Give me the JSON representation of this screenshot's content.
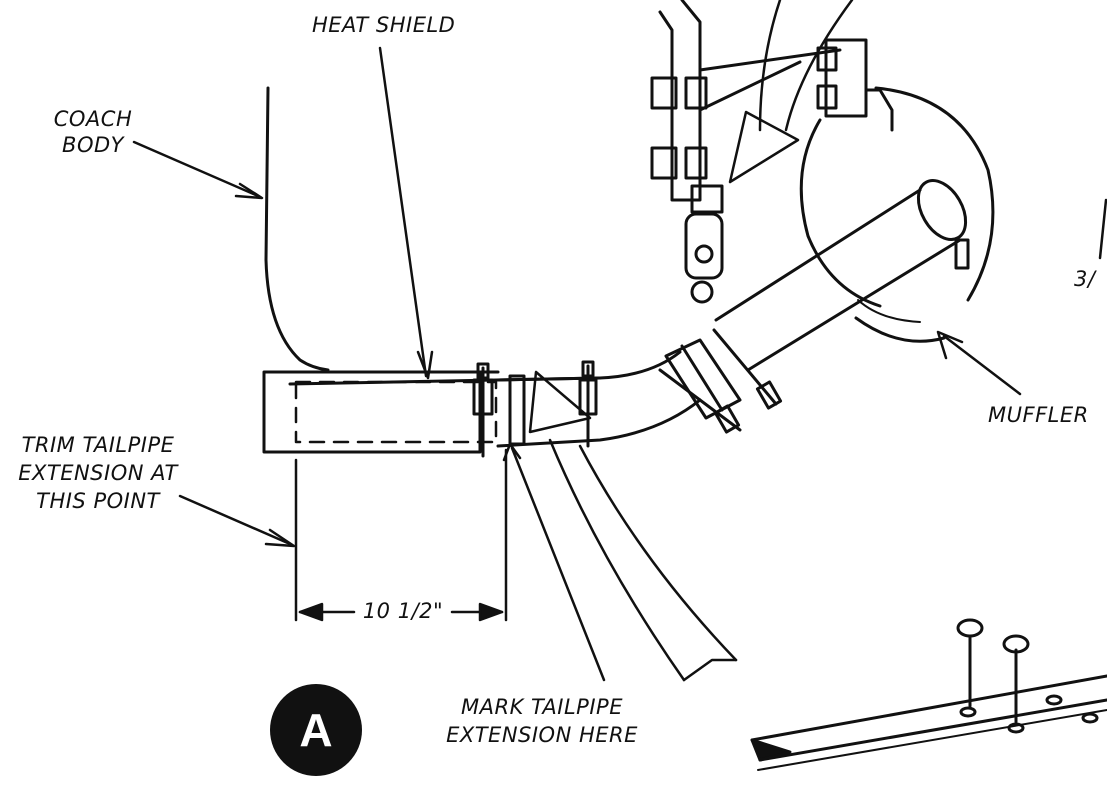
{
  "labels": {
    "heat_shield": "HEAT SHIELD",
    "coach_body_1": "COACH",
    "coach_body_2": "BODY",
    "trim_1": "TRIM TAILPIPE",
    "trim_2": "EXTENSION AT",
    "trim_3": "THIS POINT",
    "dimension": "10 1/2\"",
    "mark_1": "MARK TAILPIPE",
    "mark_2": "EXTENSION HERE",
    "muffler": "MUFFLER",
    "partial_dim": "3/"
  },
  "badge": "A",
  "colors": {
    "ink": "#111111",
    "paper": "#ffffff"
  }
}
